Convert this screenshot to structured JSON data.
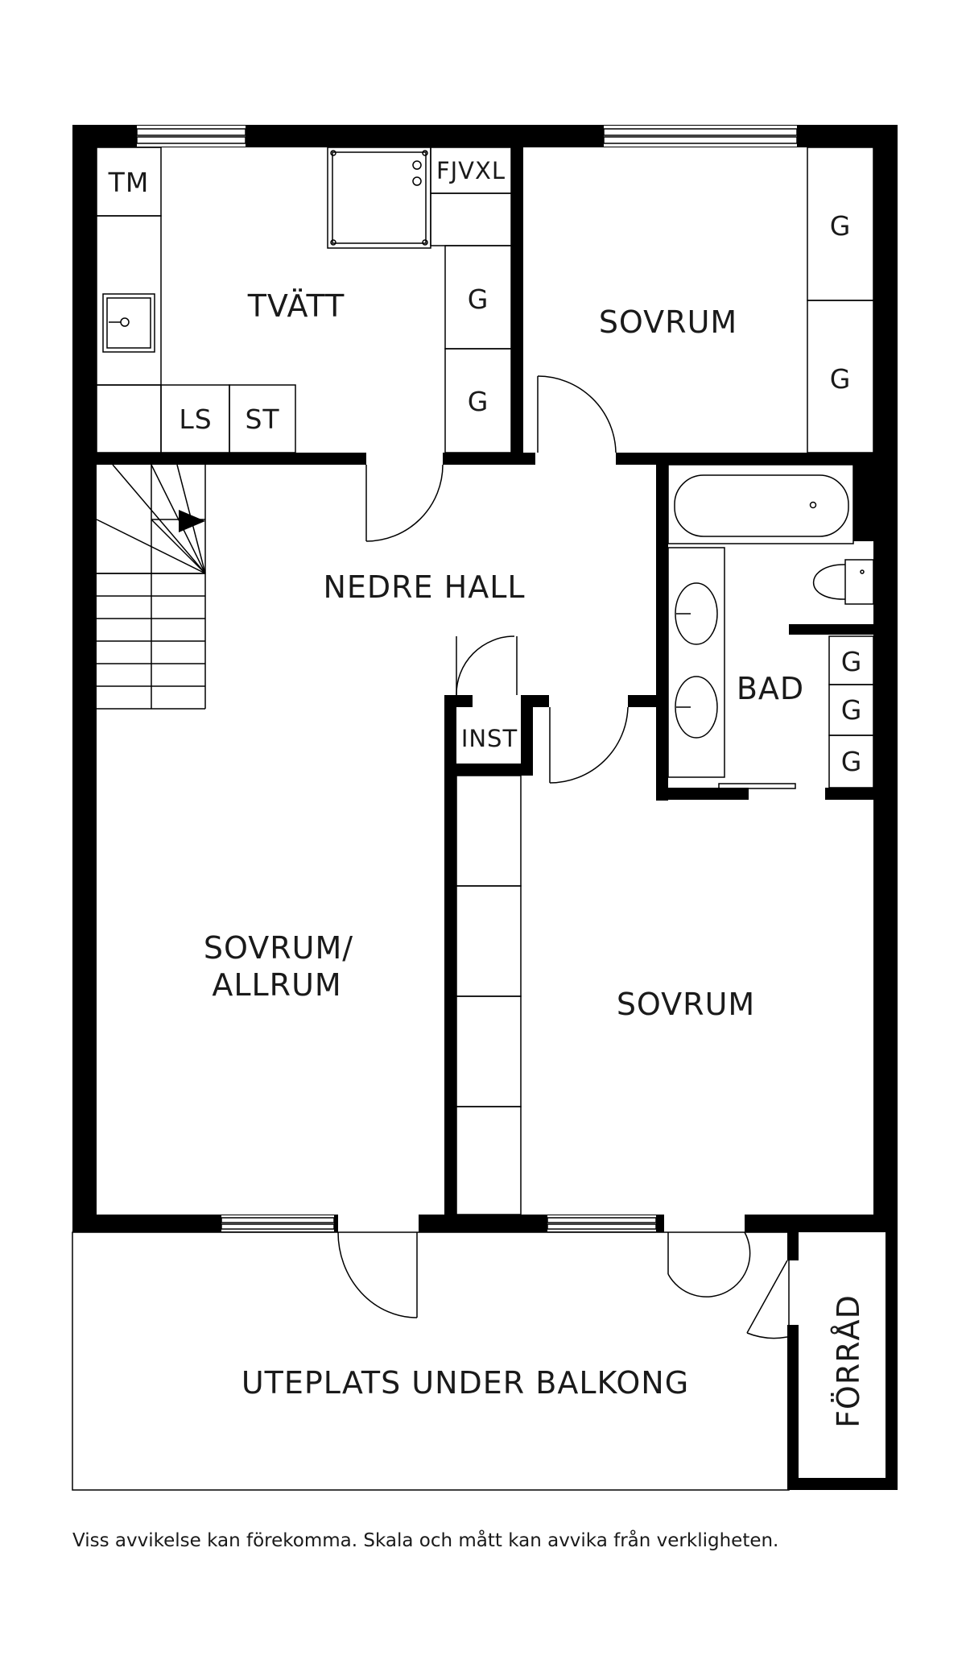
{
  "rooms": {
    "tvatt": "TVÄTT",
    "sovrum_top": "SOVRUM",
    "nedre_hall": "NEDRE HALL",
    "bad": "BAD",
    "inst": "INST",
    "sovrum_allrum_1": "SOVRUM/",
    "sovrum_allrum_2": "ALLRUM",
    "sovrum_bottom": "SOVRUM",
    "uteplats": "UTEPLATS UNDER BALKONG",
    "forrad": "FÖRRÅD"
  },
  "fixtures": {
    "tm": "TM",
    "fjvxl": "FJVXL",
    "ls": "LS",
    "st": "ST",
    "g": "G"
  },
  "disclaimer": "Viss avvikelse kan förekomma. Skala och mått kan avvika från verkligheten."
}
